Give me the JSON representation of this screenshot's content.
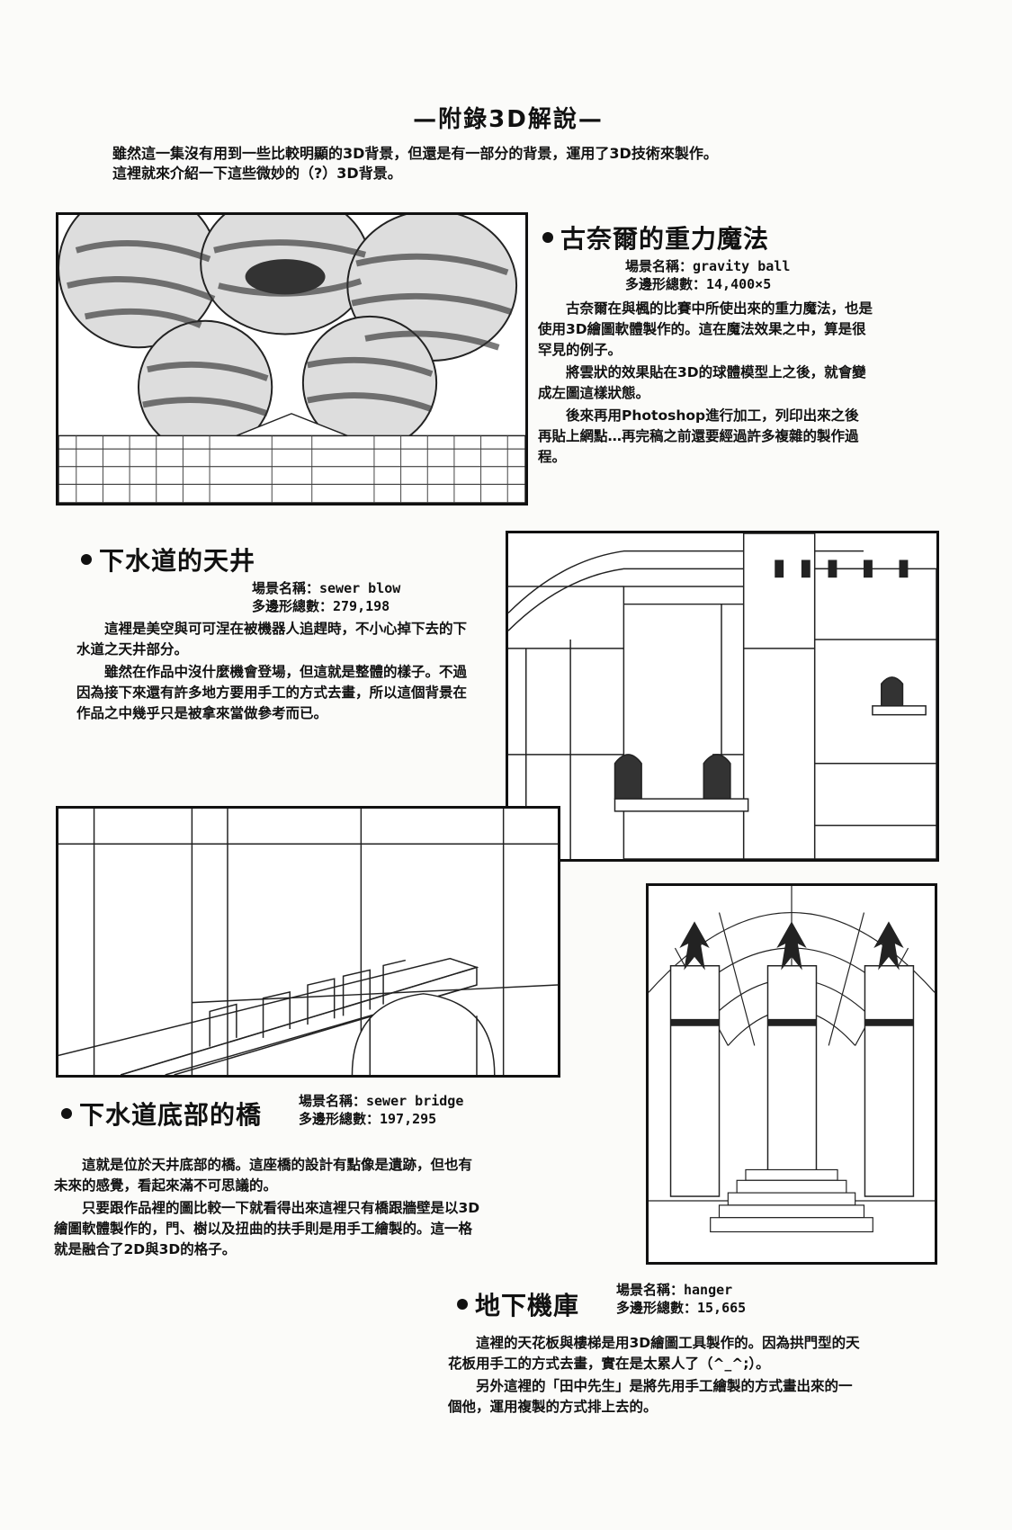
{
  "page_title": "—附錄3D解說—",
  "intro": [
    "雖然這一集沒有用到一些比較明顯的3D背景，但還是有一部分的背景，運用了3D技術來製作。",
    "這裡就來介紹一下這些微妙的（?）3D背景。"
  ],
  "sections": [
    {
      "title": "古奈爾的重力魔法",
      "scene": "場景名稱：gravity ball",
      "polys": "多邊形總數：14,400×5",
      "paragraphs": [
        "古奈爾在與楓的比賽中所使出來的重力魔法，也是使用3D繪圖軟體製作的。這在魔法效果之中，算是很罕見的例子。",
        "將雲狀的效果貼在3D的球體模型上之後，就會變成左圖這樣狀態。",
        "後來再用Photoshop進行加工，列印出來之後再貼上網點…再完稿之前還要經過許多複雜的製作過程。"
      ]
    },
    {
      "title": "下水道的天井",
      "scene": "場景名稱：sewer blow",
      "polys": "多邊形總數：279,198",
      "paragraphs": [
        "這裡是美空與可可涅在被機器人追趕時，不小心掉下去的下水道之天井部分。",
        "雖然在作品中沒什麼機會登場，但這就是整體的樣子。不過因為接下來還有許多地方要用手工的方式去畫，所以這個背景在作品之中幾乎只是被拿來當做參考而已。"
      ]
    },
    {
      "title": "下水道底部的橋",
      "scene": "場景名稱：sewer bridge",
      "polys": "多邊形總數：197,295",
      "paragraphs": [
        "這就是位於天井底部的橋。這座橋的設計有點像是遺跡，但也有未來的感覺，看起來滿不可思議的。",
        "只要跟作品裡的圖比較一下就看得出來這裡只有橋跟牆壁是以3D繪圖軟體製作的，門、樹以及扭曲的扶手則是用手工繪製的。這一格就是融合了2D與3D的格子。"
      ]
    },
    {
      "title": "地下機庫",
      "scene": "場景名稱：hanger",
      "polys": "多邊形總數：15,665",
      "paragraphs": [
        "這裡的天花板與樓梯是用3D繪圖工具製作的。因為拱門型的天花板用手工的方式去畫，實在是太累人了（^_^;）。",
        "另外這裡的「田中先生」是將先用手工繪製的方式畫出來的一個他，運用複製的方式排上去的。"
      ]
    }
  ]
}
